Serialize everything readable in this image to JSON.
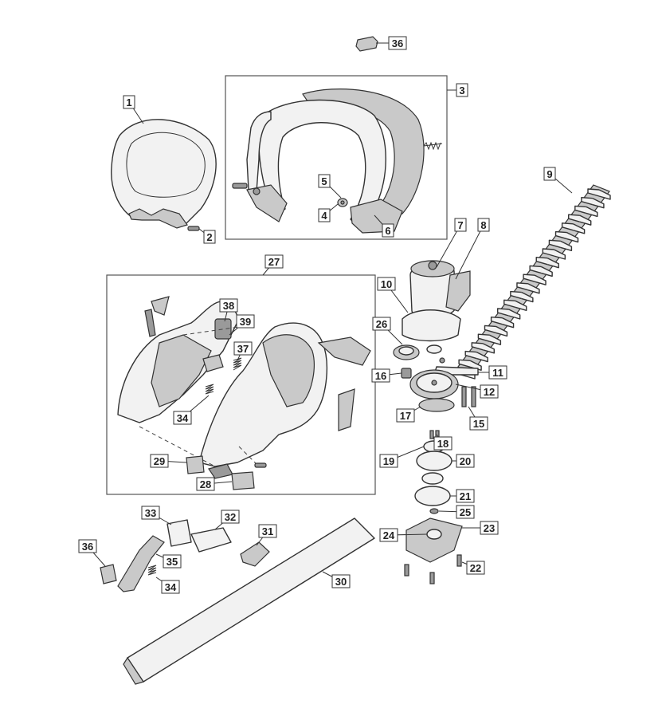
{
  "callouts": [
    {
      "id": "c36a",
      "label": "36"
    },
    {
      "id": "c1",
      "label": "1"
    },
    {
      "id": "c2",
      "label": "2"
    },
    {
      "id": "c3",
      "label": "3"
    },
    {
      "id": "c4",
      "label": "4"
    },
    {
      "id": "c5",
      "label": "5"
    },
    {
      "id": "c6",
      "label": "6"
    },
    {
      "id": "c7",
      "label": "7"
    },
    {
      "id": "c8",
      "label": "8"
    },
    {
      "id": "c9",
      "label": "9"
    },
    {
      "id": "c10",
      "label": "10"
    },
    {
      "id": "c11",
      "label": "11"
    },
    {
      "id": "c12",
      "label": "12"
    },
    {
      "id": "c15",
      "label": "15"
    },
    {
      "id": "c16",
      "label": "16"
    },
    {
      "id": "c17",
      "label": "17"
    },
    {
      "id": "c18",
      "label": "18"
    },
    {
      "id": "c19",
      "label": "19"
    },
    {
      "id": "c20",
      "label": "20"
    },
    {
      "id": "c21",
      "label": "21"
    },
    {
      "id": "c22",
      "label": "22"
    },
    {
      "id": "c23",
      "label": "23"
    },
    {
      "id": "c24",
      "label": "24"
    },
    {
      "id": "c25",
      "label": "25"
    },
    {
      "id": "c26",
      "label": "26"
    },
    {
      "id": "c27",
      "label": "27"
    },
    {
      "id": "c28",
      "label": "28"
    },
    {
      "id": "c29",
      "label": "29"
    },
    {
      "id": "c30",
      "label": "30"
    },
    {
      "id": "c31",
      "label": "31"
    },
    {
      "id": "c32",
      "label": "32"
    },
    {
      "id": "c33",
      "label": "33"
    },
    {
      "id": "c34a",
      "label": "34"
    },
    {
      "id": "c34b",
      "label": "34"
    },
    {
      "id": "c35",
      "label": "35"
    },
    {
      "id": "c36b",
      "label": "36"
    },
    {
      "id": "c37",
      "label": "37"
    },
    {
      "id": "c38",
      "label": "38"
    },
    {
      "id": "c39",
      "label": "39"
    }
  ]
}
